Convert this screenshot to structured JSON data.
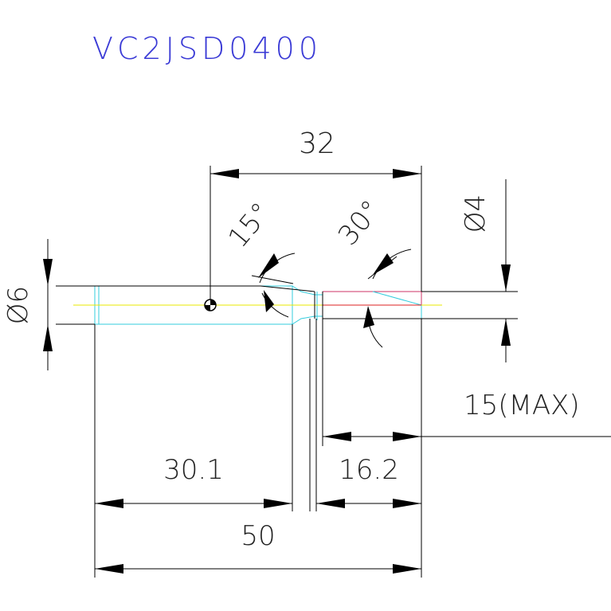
{
  "title": {
    "text": "VC2JSD0400"
  },
  "dimensions": {
    "overall_length": "50",
    "shank_length": "30.1",
    "tip_length": "16.2",
    "gauge_length": "32",
    "max_depth": "15(MAX)",
    "shank_diameter": "Ø6",
    "tip_diameter": "Ø4",
    "shoulder_angle": "15°",
    "point_angle": "30°"
  },
  "colors": {
    "title": "#3b3bd6",
    "line": "#000000",
    "shank_outline": "#33ccdd",
    "center_line": "#e8e800",
    "tip_axis": "#dd2222",
    "tip_outline": "#cc3366",
    "dimension_text": "#222222"
  }
}
